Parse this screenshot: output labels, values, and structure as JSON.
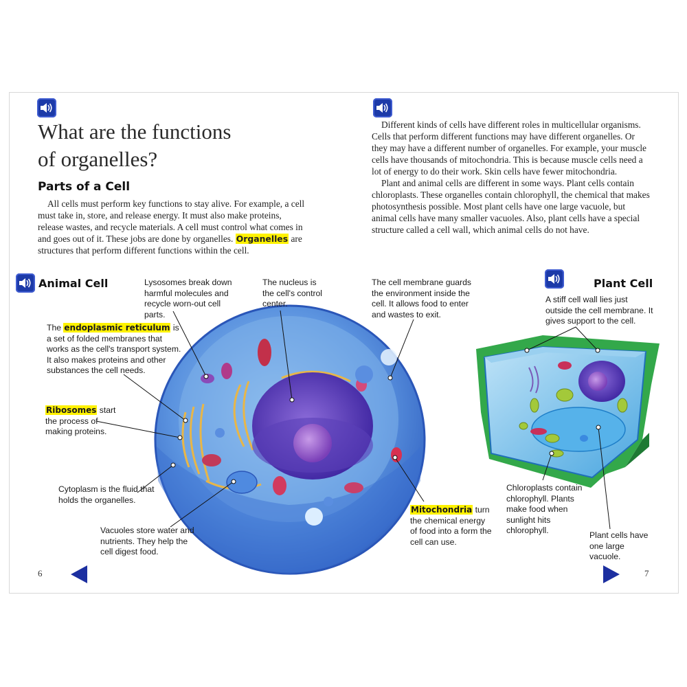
{
  "left_page": {
    "title_line1": "What are the functions",
    "title_line2": "of organelles?",
    "subhead": "Parts of a Cell",
    "intro_pre": "All cells must perform key functions to stay alive. For example, a cell must take in, store, and release energy. It must also make proteins, release wastes, and recycle materials. A cell must control what comes in and goes out of it. These jobs are done by organelles. ",
    "intro_term": "Organelles",
    "intro_post": " are structures that perform different functions within the cell.",
    "page_number": "6"
  },
  "right_page": {
    "para1": "Different kinds of cells have different roles in multicellular organisms. Cells that perform different functions may have different organelles. Or they may have a different number of organelles. For example, your muscle cells have thousands of mitochondria. This is because muscle cells need a lot of energy to do their work. Skin cells have fewer mitochondria.",
    "para2": "Plant and animal cells are different in some ways. Plant cells contain chloroplasts. These organelles contain chlorophyll, the chemical that makes photosynthesis possible. Most plant cells have one large vacuole, but animal cells have many smaller vacuoles. Also, plant cells have a special structure called a cell wall, which animal cells do not have.",
    "page_number": "7"
  },
  "animal_cell": {
    "heading": "Animal Cell",
    "lysosomes": "Lysosomes break down harmful molecules and recycle worn-out cell parts.",
    "nucleus": "The nucleus is the cell's control center.",
    "membrane": "The cell membrane guards the environment inside the cell. It allows food to enter and wastes to exit.",
    "er_pre": "The ",
    "er_term": "endoplasmic reticulum",
    "er_post": " is a set of folded membranes that works as the cell's transport system. It also makes proteins and other substances the cell needs.",
    "ribosomes_term": "Ribosomes",
    "ribosomes_post": " start the process of making proteins.",
    "cytoplasm": "Cytoplasm is the fluid that holds the organelles.",
    "vacuoles": "Vacuoles store water and nutrients. They help the cell digest food.",
    "mito_term": "Mitochondria",
    "mito_post": " turn the chemical energy of food into a form the cell can use."
  },
  "plant_cell": {
    "heading": "Plant Cell",
    "cell_wall": "A stiff cell wall lies just outside the cell membrane. It gives support to the cell.",
    "chloroplasts": "Chloroplasts contain chlorophyll. Plants make food when sunlight hits chlorophyll.",
    "vacuole": "Plant cells have one large vacuole."
  },
  "icons": {
    "audio": "speaker-icon",
    "prev": "triangle-left-icon",
    "next": "triangle-right-icon"
  },
  "colors": {
    "audio_button": "#1c3aa8",
    "highlight": "#fff200",
    "nav_arrow": "#1c2fa0",
    "cell_blue": "#4a7fd6",
    "nucleus_purple": "#5a3aa8",
    "cell_wall_green": "#2fa84a"
  }
}
